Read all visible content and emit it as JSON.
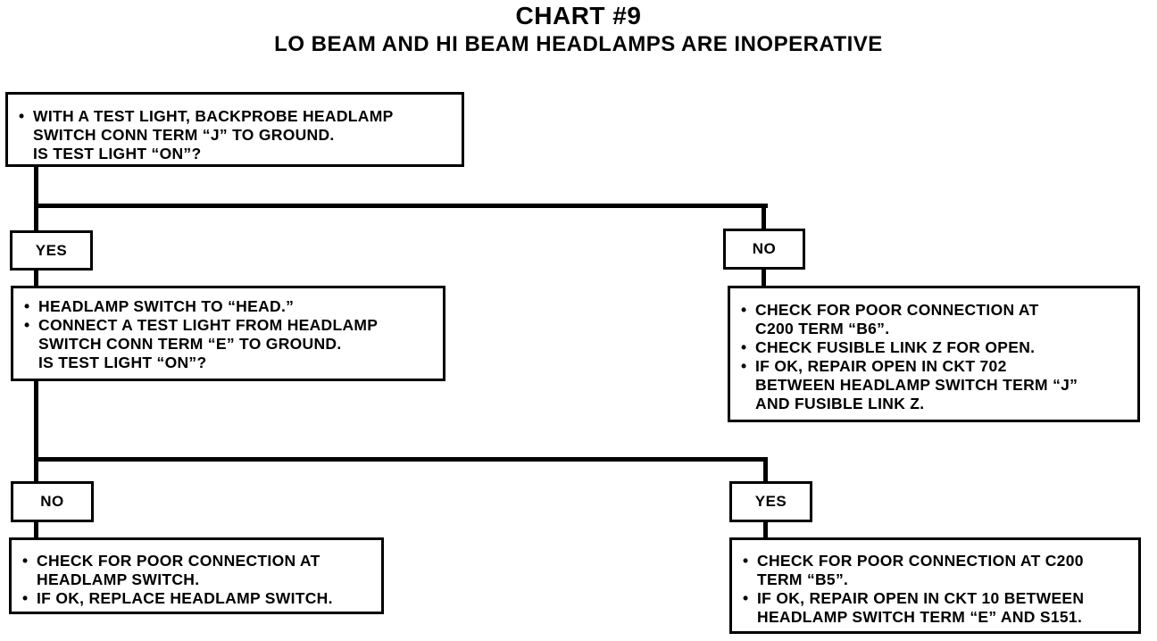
{
  "header": {
    "title": "CHART #9",
    "subtitle": "LO BEAM AND HI BEAM HEADLAMPS ARE INOPERATIVE"
  },
  "step1": {
    "bullets": [
      "WITH A TEST LIGHT, BACKPROBE HEADLAMP\nSWITCH CONN TERM “J” TO GROUND."
    ],
    "question": "IS TEST LIGHT “ON”?"
  },
  "branch1": {
    "yes_label": "YES",
    "no_label": "NO"
  },
  "step2": {
    "bullets": [
      "HEADLAMP SWITCH TO “HEAD.”",
      "CONNECT A TEST LIGHT FROM HEADLAMP\nSWITCH CONN TERM “E” TO GROUND."
    ],
    "question": "IS TEST LIGHT “ON”?"
  },
  "result1_no": {
    "bullets": [
      "CHECK FOR POOR CONNECTION AT\nC200 TERM “B6”.",
      "CHECK FUSIBLE LINK Z FOR OPEN.",
      "IF OK, REPAIR OPEN IN CKT 702\nBETWEEN HEADLAMP SWITCH TERM “J”\nAND FUSIBLE LINK Z."
    ]
  },
  "branch2": {
    "no_label": "NO",
    "yes_label": "YES"
  },
  "result2_no": {
    "bullets": [
      "CHECK FOR POOR CONNECTION AT\nHEADLAMP SWITCH.",
      "IF OK, REPLACE HEADLAMP SWITCH."
    ]
  },
  "result2_yes": {
    "bullets": [
      "CHECK FOR POOR CONNECTION AT C200\nTERM “B5”.",
      "IF OK, REPAIR OPEN IN CKT 10 BETWEEN\nHEADLAMP SWITCH TERM “E” AND S151."
    ]
  }
}
